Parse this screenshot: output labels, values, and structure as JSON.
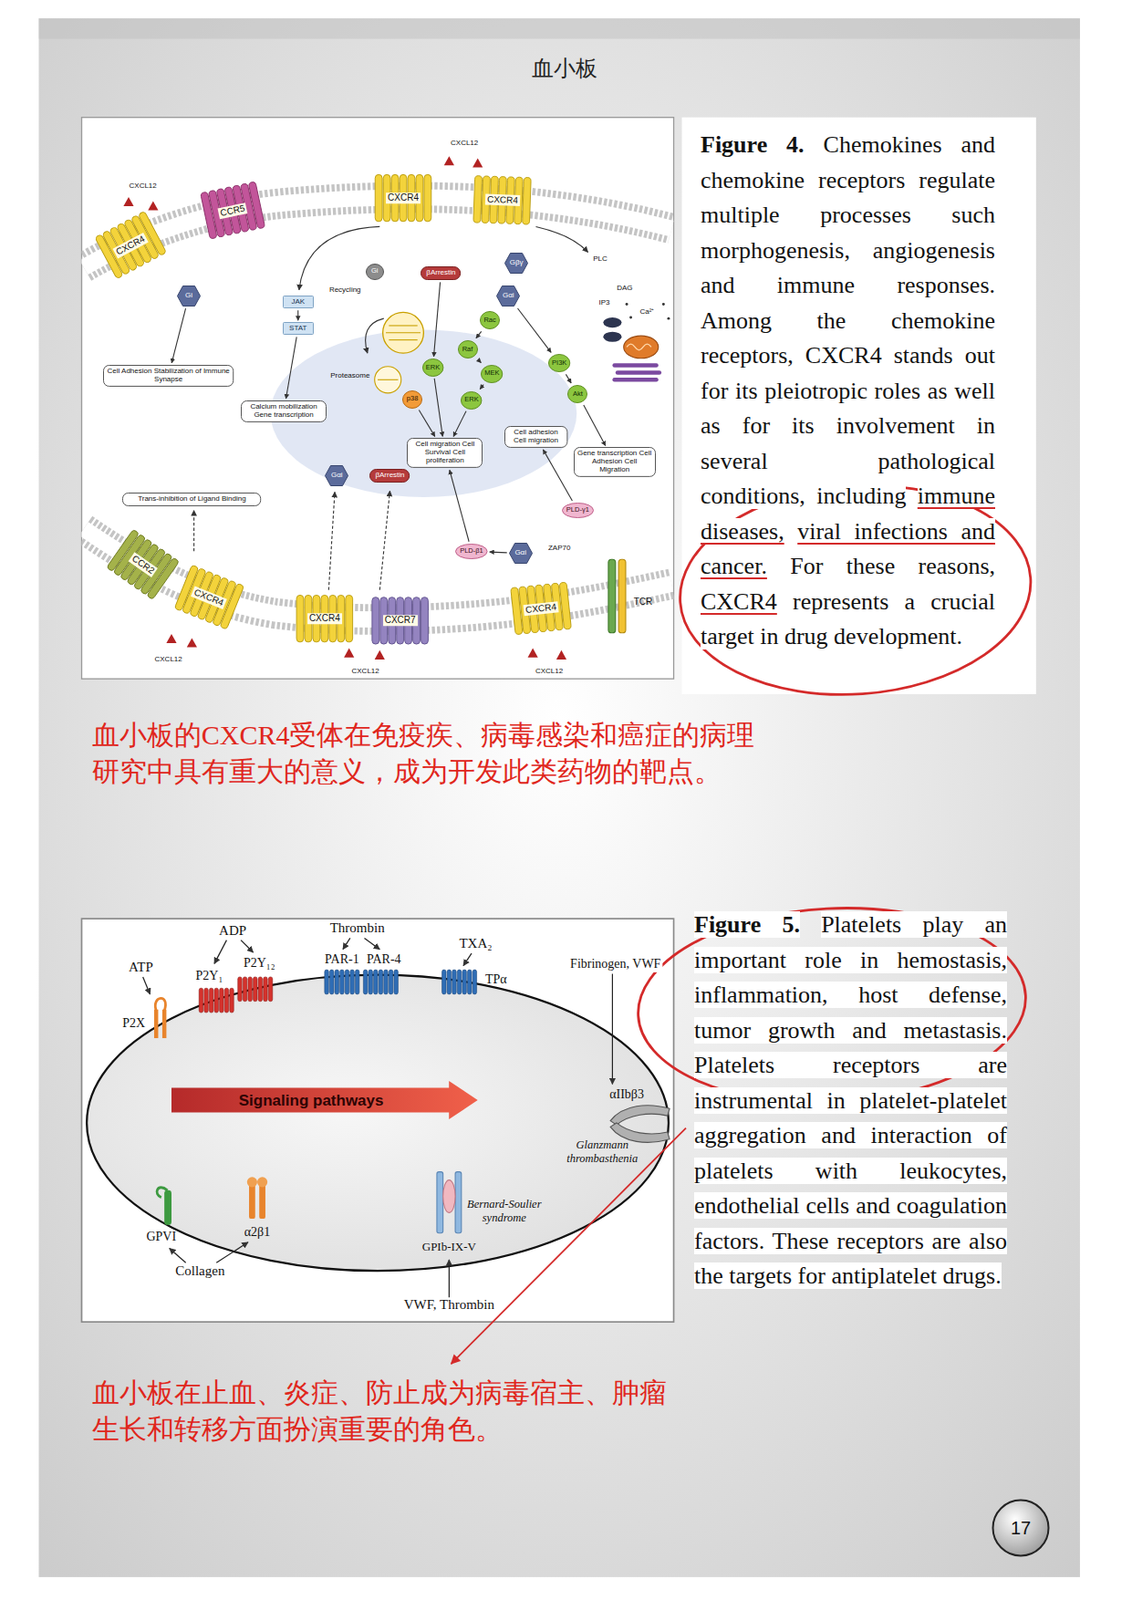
{
  "diagram": {
    "title": "血小板",
    "nodes": [
      {
        "text": [
          "Gi"
        ]
      },
      {
        "text": [
          "JAK"
        ]
      },
      {
        "text": [
          "STAT"
        ]
      },
      {
        "text": [
          "Cell Adhesion Stabilization of Immune Synapse"
        ]
      },
      {
        "text": [
          "Calcium mobilization Gene transcription"
        ]
      },
      {
        "text": [
          "Gi"
        ]
      },
      {
        "text": [
          "βArrestin"
        ]
      },
      {
        "text": [
          "Gβγ"
        ]
      },
      {
        "text": [
          "Gαi"
        ]
      },
      {
        "text": [
          "Rac"
        ]
      },
      {
        "text": [
          "Raf"
        ]
      },
      {
        "text": [
          "MEK"
        ]
      },
      {
        "text": [
          "ERK"
        ]
      },
      {
        "text": [
          "ERK"
        ]
      },
      {
        "text": [
          "p38"
        ]
      },
      {
        "text": [
          "PI3K"
        ]
      },
      {
        "text": [
          "Akt"
        ]
      },
      {
        "text": [
          "Cell migration Cell Survival Cell proliferation"
        ]
      },
      {
        "text": [
          "Cell adhesion Cell migration"
        ]
      },
      {
        "text": [
          "Gene transcription Cell Adhesion Cell Migration"
        ]
      },
      {
        "text": [
          "Trans-inhibition of Ligand Binding"
        ]
      },
      {
        "text": [
          "Gαi"
        ]
      },
      {
        "text": [
          "βArrestin"
        ]
      },
      {
        "text": [
          "PLD-β1"
        ]
      },
      {
        "text": [
          "PLD-γ1"
        ]
      },
      {
        "text": [
          "Gαi"
        ]
      },
      {
        "text": [
          "Signaling pathways"
        ]
      },
      {
        "text": [
          "17"
        ]
      }
    ],
    "edges": [
      {
        "from": 0,
        "to": 3,
        "arrow": "to"
      },
      {
        "from": 1,
        "to": 2,
        "arrow": "to"
      },
      {
        "from": 2,
        "to": 4,
        "arrow": "to"
      },
      {
        "from": 8,
        "to": 15,
        "arrow": "to"
      },
      {
        "from": 9,
        "to": 10,
        "arrow": "to"
      },
      {
        "from": 10,
        "to": 11,
        "arrow": "to"
      },
      {
        "from": 11,
        "to": 12,
        "arrow": "to"
      },
      {
        "from": 12,
        "to": 17,
        "arrow": "to"
      },
      {
        "from": 13,
        "to": 17,
        "arrow": "to"
      },
      {
        "from": 14,
        "to": 17,
        "arrow": "to"
      },
      {
        "from": 6,
        "to": 13,
        "arrow": "to"
      },
      {
        "from": 15,
        "to": 16,
        "arrow": "to"
      },
      {
        "from": 16,
        "to": 19,
        "arrow": "to"
      },
      {
        "from": 25,
        "to": 23,
        "arrow": "to"
      },
      {
        "from": 23,
        "to": 17,
        "arrow": "to"
      },
      {
        "from": 24,
        "to": 18,
        "arrow": "to"
      }
    ],
    "labels": [
      "Figure 4.",
      "Chemokines and chemokine receptors regulate multiple processes such morphogenesis, angiogenesis and immune responses. Among the chemokine receptors, CXCR4 stands out for its pleiotropic roles as well as for its involvement in several pathological conditions, including",
      "immune diseases,",
      "viral infections and cancer.",
      "For these reasons,",
      "CXCR4",
      "represents a crucial target in drug development.",
      "血小板的CXCR4受体在免疫疾、病毒感染和癌症的病理研究中具有重大的意义，成为开发此类药物的靶点。",
      "Figure 5.",
      "Platelets play an important role in hemostasis, inflammation, host defense, tumor growth and metastasis. Platelets receptors are instrumental in platelet-platelet aggregation and interaction of platelets with leukocytes, endothelial cells and coagulation factors. These receptors are also the targets for antiplatelet drugs.",
      "血小板在止血、炎症、防止成为病毒宿主、肿瘤生长和转移方面扮演重要的角色。",
      "CXCL12",
      "CXCL12",
      "CXCR4",
      "CCR5",
      "CXCR4",
      "CXCR4",
      "PLC",
      "DAG",
      "IP3",
      "Ca²⁺",
      "Recycling",
      "Proteasome",
      "ZAP70",
      "CCR2",
      "CXCR4",
      "CXCR4",
      "CXCR7",
      "CXCR4",
      "TCR",
      "CXCL12",
      "CXCL12",
      "CXCL12",
      "ATP",
      "ADP",
      "Thrombin",
      "TXA₂",
      "P2X",
      "P2Y₁",
      "P2Y₁₂",
      "PAR-1",
      "PAR-4",
      "TPα",
      "Fibrinogen, VWF",
      "αIIbβ3",
      "Glanzmann thrombasthenia",
      "GPVI",
      "α2β1",
      "Collagen",
      "Bernard-Soulier syndrome",
      "GPIb-IX-V",
      "VWF, Thrombin"
    ]
  }
}
